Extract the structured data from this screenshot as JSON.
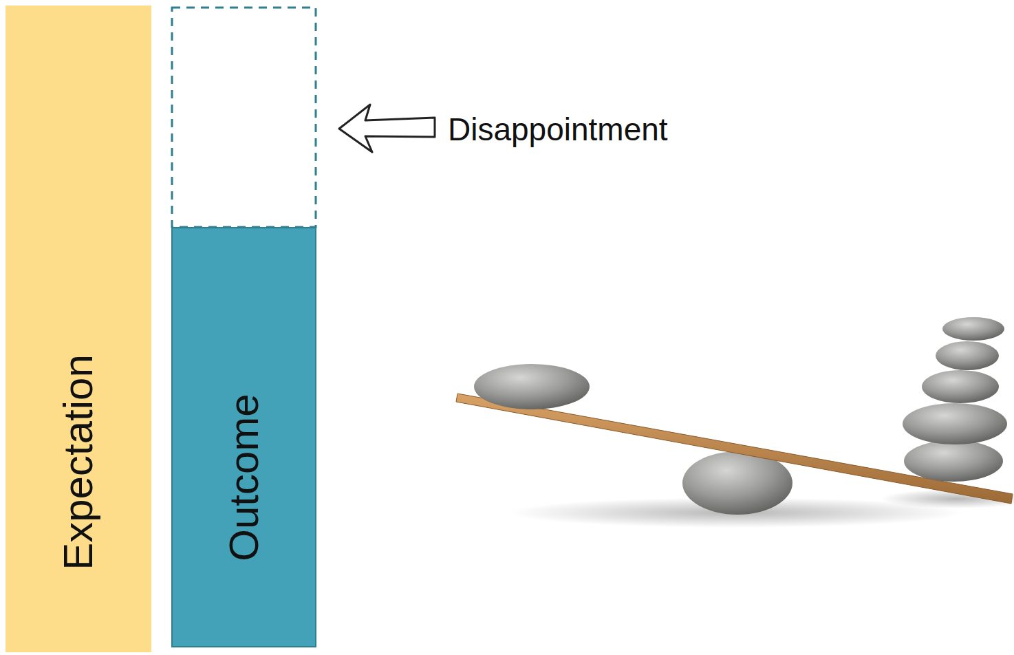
{
  "diagram": {
    "nodes": [
      {
        "text": [
          "Expectation"
        ]
      },
      {
        "text": [
          "Outcome"
        ]
      }
    ],
    "labels": [
      "Disappointment"
    ]
  }
}
